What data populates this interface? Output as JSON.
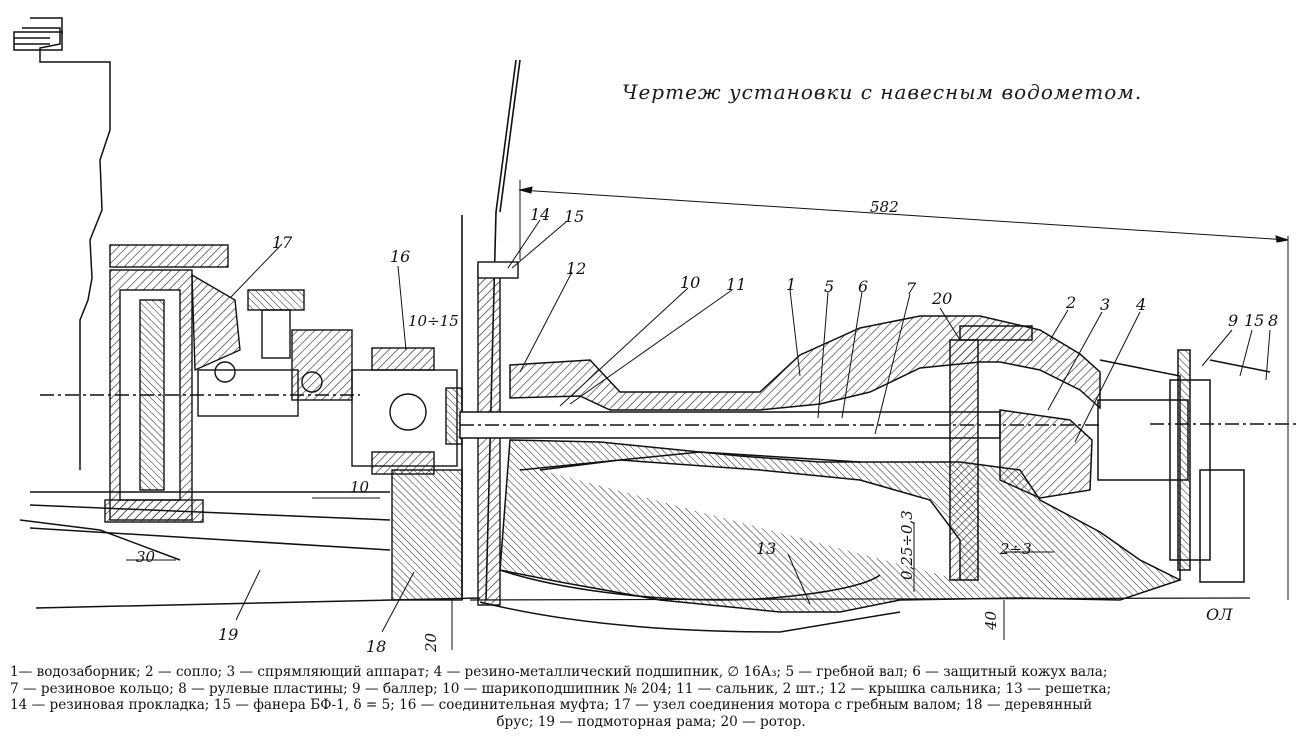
{
  "title": "Чертеж установки с навесным водометом.",
  "part_labels": [
    "1",
    "2",
    "3",
    "4",
    "5",
    "6",
    "7",
    "8",
    "9",
    "10",
    "11",
    "12",
    "13",
    "14",
    "15",
    "15",
    "16",
    "17",
    "18",
    "19",
    "20"
  ],
  "dimensions": [
    "582",
    "10÷15",
    "10",
    "30",
    "20",
    "40",
    "0,25÷0,3",
    "2÷3"
  ],
  "waterline_label": "ОЛ",
  "caption_lines": [
    "1— водозаборник; 2 — сопло; 3 — спрямляющий аппарат; 4 — резино-металлический подшипник, ∅ 16А₃; 5 — гребной вал; 6 — защитный кожух вала;",
    "7 — резиновое кольцо; 8 — рулевые пластины; 9 — баллер; 10 — шарикоподшипник № 204; 11 — сальник, 2 шт.; 12 — крышка сальника; 13 — решетка;",
    "14 — резиновая прокладка; 15 — фанера БФ-1, δ = 5; 16 — соединительная муфта; 17 — узел соединения мотора с гребным валом; 18 — деревянный",
    "брус; 19 — подмоторная рама; 20 — ротор."
  ]
}
